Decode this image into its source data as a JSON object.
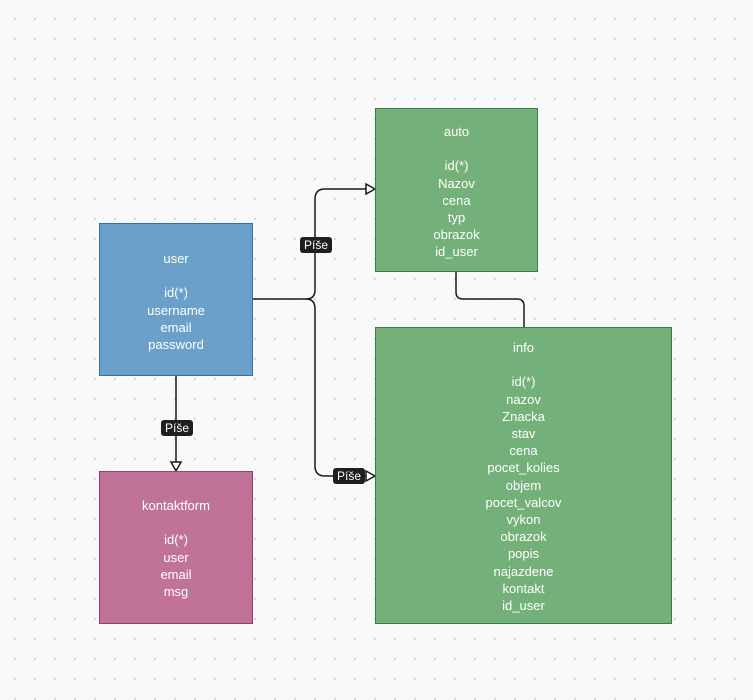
{
  "entities": {
    "user": {
      "title": "user",
      "fields": [
        "id(*)",
        "username",
        "email",
        "password"
      ]
    },
    "auto": {
      "title": "auto",
      "fields": [
        "id(*)",
        "Nazov",
        "cena",
        "typ",
        "obrazok",
        "id_user"
      ]
    },
    "info": {
      "title": "info",
      "fields": [
        "id(*)",
        "nazov",
        "Znacka",
        "stav",
        "cena",
        "pocet_kolies",
        "objem",
        "pocet_valcov",
        "vykon",
        "obrazok",
        "popis",
        "najazdene",
        "kontakt",
        "id_user"
      ]
    },
    "kontaktform": {
      "title": "kontaktform",
      "fields": [
        "id(*)",
        "user",
        "email",
        "msg"
      ]
    }
  },
  "relations": {
    "user_auto": "Píše",
    "user_kontaktform": "Píše",
    "user_info": "Píše"
  },
  "colors": {
    "user": "#6aa0c9",
    "auto": "#74b07a",
    "info": "#74b07a",
    "kontaktform": "#c07298",
    "connector": "#1a1a1a",
    "label_bg": "#1f1f1f"
  }
}
